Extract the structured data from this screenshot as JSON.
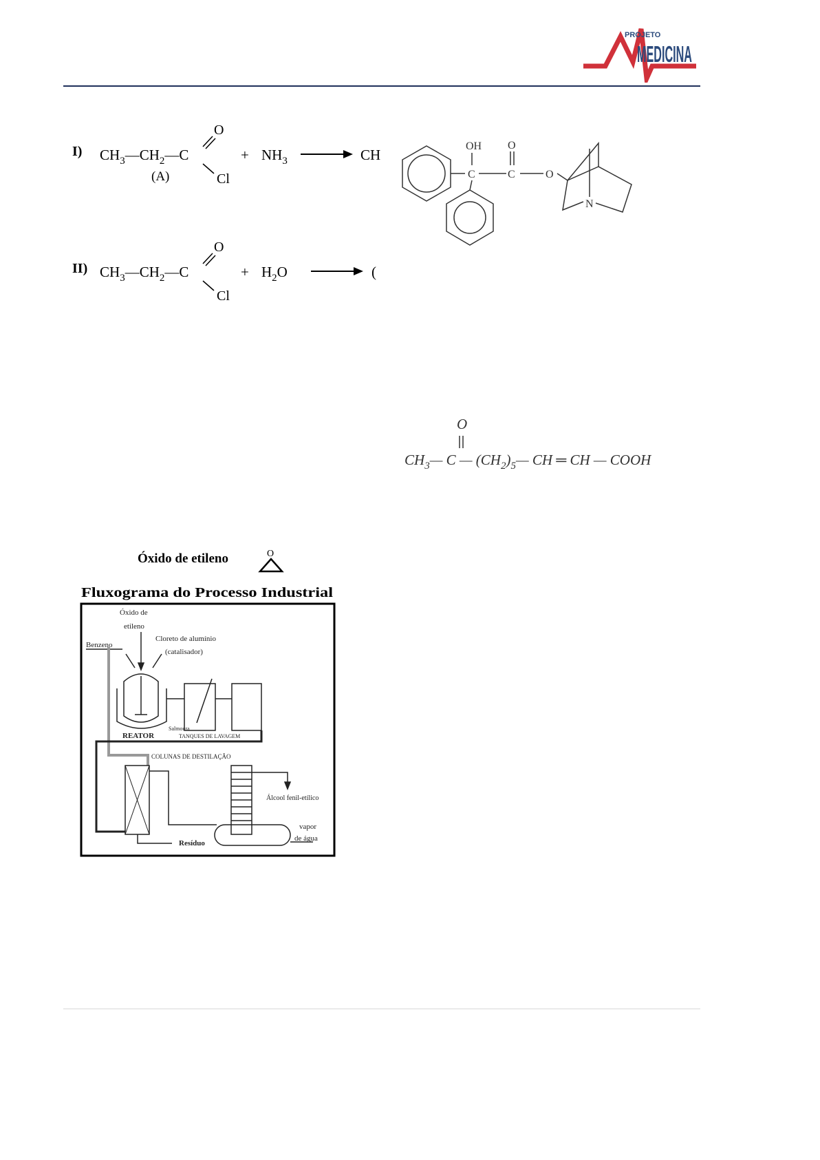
{
  "header": {
    "logo": {
      "top": "PROJETO",
      "main": "MEDICINA"
    },
    "colors": {
      "logo_red": "#d0313a",
      "logo_blue": "#2b4a7c",
      "rule": "#1f2f5a",
      "footer_rule": "#d8d8d8"
    }
  },
  "reactions": [
    {
      "label": "I)",
      "left": [
        "CH",
        "3",
        "CH",
        "2",
        "C"
      ],
      "carbonyl_o": "O",
      "cl": "Cl",
      "tag": "(A)",
      "plus": "+",
      "reagent": [
        "NH",
        "3"
      ],
      "product_partial": "CH"
    },
    {
      "label": "II)",
      "left": [
        "CH",
        "3",
        "CH",
        "2",
        "C"
      ],
      "carbonyl_o": "O",
      "cl": "Cl",
      "plus": "+",
      "reagent": [
        "H",
        "2",
        "O"
      ],
      "product_partial": "("
    }
  ],
  "molecule": {
    "oh": "OH",
    "c1": "C",
    "o_double": "O",
    "c2": "C",
    "o_ester": "O",
    "n": "N"
  },
  "formula": {
    "parts": [
      "CH",
      "3",
      "— C — (CH",
      "2",
      ")",
      "5",
      "— CH ═ CH — COOH"
    ],
    "o": "O"
  },
  "epoxide": {
    "label": "Óxido de etileno",
    "o": "O"
  },
  "flowchart": {
    "title": "Fluxograma do Processo Industrial",
    "labels": {
      "oxido1": "Óxido de",
      "oxido2": "etileno",
      "cloreto1": "Cloreto de alumínio",
      "cloreto2": "(catalisador)",
      "benzeno": "Benzeno",
      "salmoura": "Salmoura",
      "reator": "REATOR",
      "tanques": "TANQUES DE LAVAGEM",
      "colunas": "COLUNAS DE DESTILAÇÃO",
      "alcool": "Álcool fenil-etílico",
      "vapor1": "vapor",
      "vapor2": "de água",
      "residuo": "Resíduo"
    }
  }
}
